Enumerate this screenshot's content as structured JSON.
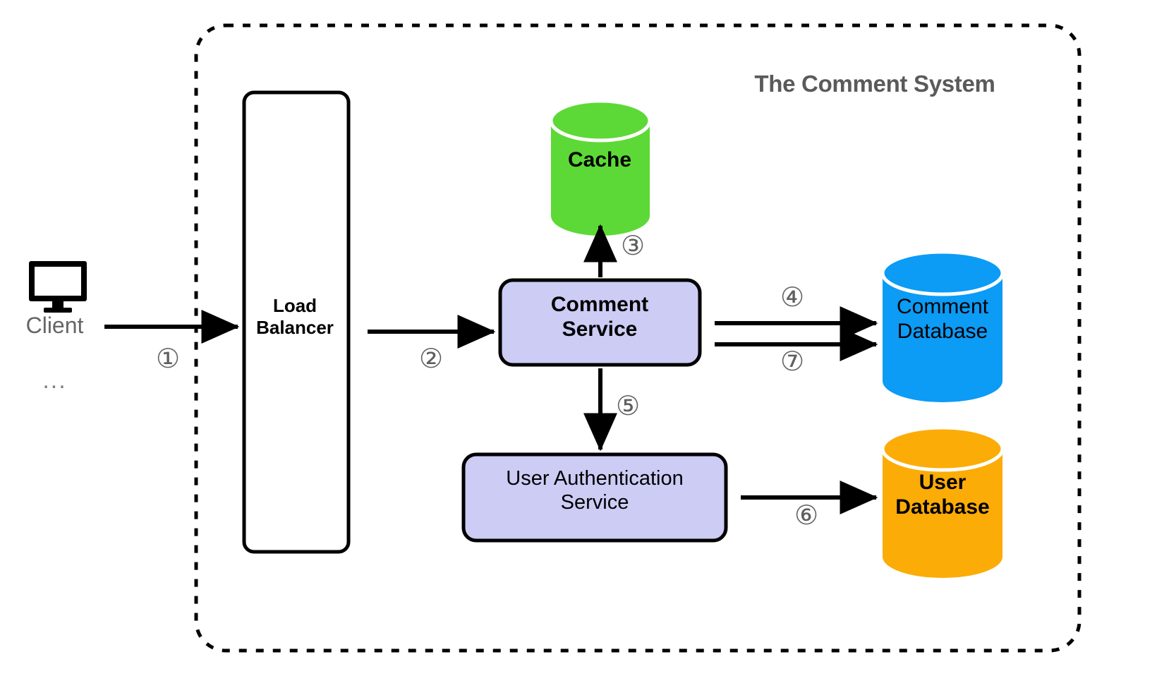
{
  "diagram": {
    "title": "The Comment System",
    "boundary": {
      "name": "system-boundary",
      "style": "dashed-rounded-rect"
    },
    "actor": {
      "icon": "desktop-monitor-icon",
      "label": "Client",
      "ellipsis": "..."
    },
    "nodes": [
      {
        "id": "load-balancer",
        "label": "Load\nBalancer",
        "shape": "rounded-rect",
        "fill": "#ffffff",
        "stroke": "#000000"
      },
      {
        "id": "cache",
        "label": "Cache",
        "shape": "cylinder",
        "fill": "#5CD936",
        "stroke": "#ffffff"
      },
      {
        "id": "comment-service",
        "label": "Comment\nService",
        "shape": "rounded-rect",
        "fill": "#CCCCF5",
        "stroke": "#000000"
      },
      {
        "id": "user-authentication-service",
        "label": "User Authentication\nService",
        "shape": "rounded-rect",
        "fill": "#CCCCF5",
        "stroke": "#000000"
      },
      {
        "id": "comment-database",
        "label": "Comment\nDatabase",
        "shape": "cylinder",
        "fill": "#0C9BF5",
        "stroke": "#ffffff"
      },
      {
        "id": "user-database",
        "label": "User\nDatabase",
        "shape": "cylinder",
        "fill": "#FCAC06",
        "stroke": "#ffffff"
      }
    ],
    "steps": [
      {
        "n": "①",
        "number": 1,
        "from": "client",
        "to": "load-balancer"
      },
      {
        "n": "②",
        "number": 2,
        "from": "load-balancer",
        "to": "comment-service"
      },
      {
        "n": "③",
        "number": 3,
        "from": "comment-service",
        "to": "cache"
      },
      {
        "n": "④",
        "number": 4,
        "from": "comment-service",
        "to": "comment-database"
      },
      {
        "n": "⑤",
        "number": 5,
        "from": "comment-service",
        "to": "user-authentication-service"
      },
      {
        "n": "⑥",
        "number": 6,
        "from": "user-authentication-service",
        "to": "user-database"
      },
      {
        "n": "⑦",
        "number": 7,
        "from": "comment-service",
        "to": "comment-database"
      }
    ],
    "colors": {
      "cache_green": "#5CD936",
      "comment_db_blue": "#0C9BF5",
      "user_db_orange": "#FCAC06",
      "service_lavender": "#CCCCF5",
      "title_gray": "#5a5a5a",
      "marker_gray": "#5f5f5f",
      "client_gray": "#666666",
      "line_black": "#000000"
    }
  }
}
